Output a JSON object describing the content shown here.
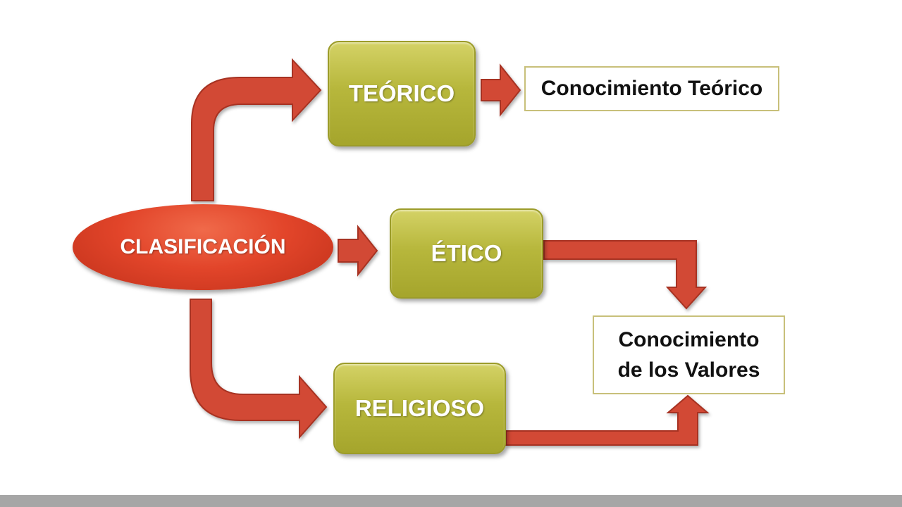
{
  "diagram": {
    "root": {
      "label": "CLASIFICACIÓN"
    },
    "categories": [
      {
        "label": "TEÓRICO"
      },
      {
        "label": "ÉTICO"
      },
      {
        "label": "RELIGIOSO"
      }
    ],
    "results": {
      "theoretical": {
        "label": "Conocimiento Teórico"
      },
      "values": {
        "line1": "Conocimiento",
        "line2": "de los Valores"
      }
    },
    "colors": {
      "arrow_fill": "#d24a34",
      "arrow_stroke": "#a73322",
      "node_fill": "#b7b73c",
      "root_fill": "#e2452a"
    }
  }
}
